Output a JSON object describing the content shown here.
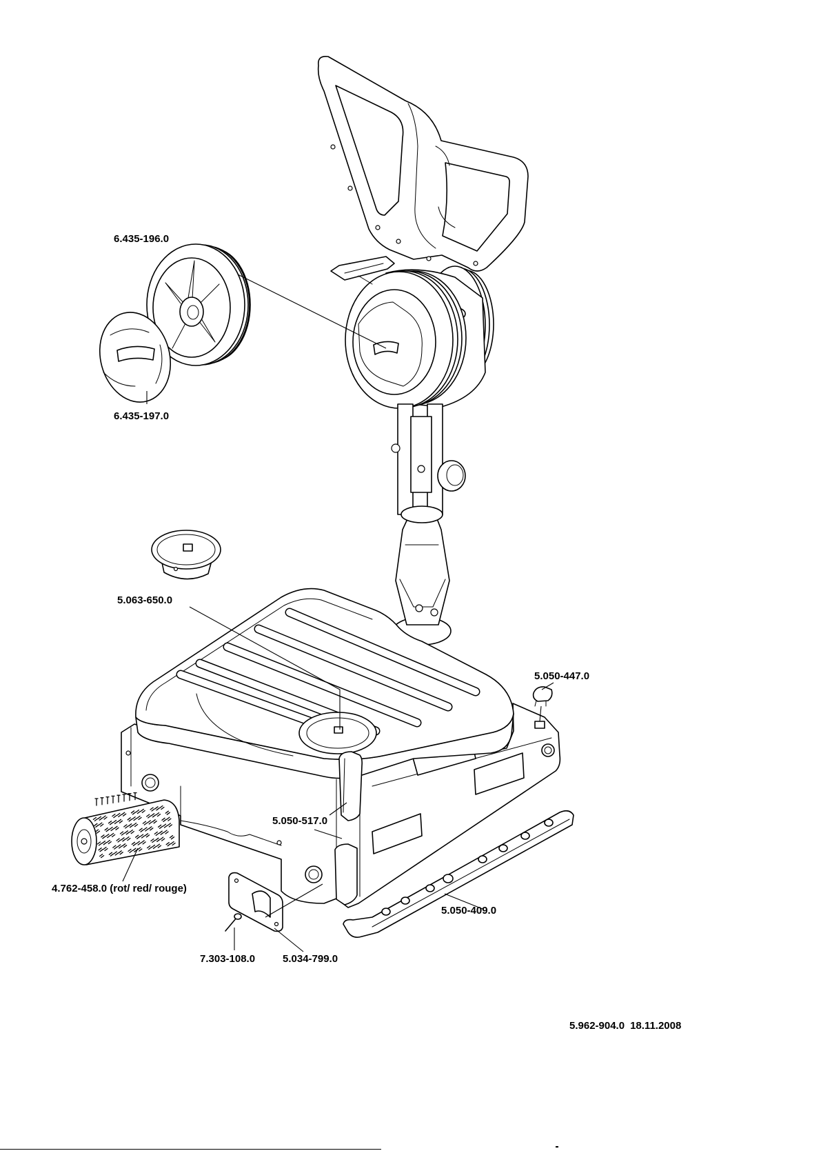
{
  "parts": {
    "wheel": "6.435-196.0",
    "wheel_cap": "6.435-197.0",
    "tank_cap": "5.063-650.0",
    "small_cap": "5.050-447.0",
    "bumper": "5.050-517.0",
    "brush": "4.762-458.0 (rot/ red/ rouge)",
    "squeegee_bar": "5.050-409.0",
    "screw": "7.303-108.0",
    "plate": "5.034-799.0"
  },
  "footer": {
    "doc_number": "5.962-904.0",
    "date": "18.11.2008"
  }
}
